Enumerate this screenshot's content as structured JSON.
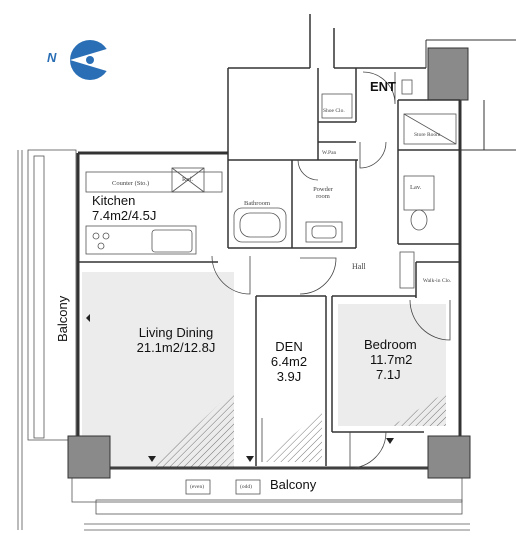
{
  "compass": {
    "label": "N"
  },
  "rooms": {
    "kitchen": {
      "name": "Kitchen",
      "size": "7.4m2/4.5J"
    },
    "living": {
      "name": "Living Dining",
      "size": "21.1m2/12.8J"
    },
    "den": {
      "name": "DEN",
      "size_m2": "6.4m2",
      "size_j": "3.9J"
    },
    "bedroom": {
      "name": "Bedroom",
      "size_m2": "11.7m2",
      "size_j": "7.1J"
    },
    "balcony_left": {
      "name": "Balcony"
    },
    "balcony_bottom": {
      "name": "Balcony"
    },
    "entrance": {
      "name": "ENT"
    }
  },
  "fixtures": {
    "counter": "Counter (Sto.)",
    "ref": "Ref.",
    "shoe": "Shoe Clo.",
    "wpan": "W.Pan",
    "powder": "Powder room",
    "bathroom": "Bathroom",
    "store": "Store Room",
    "lav": "Lav.",
    "hall": "Hall",
    "walkin": "Walk-in Clo.",
    "even": "(even)",
    "odd": "(odd)"
  }
}
